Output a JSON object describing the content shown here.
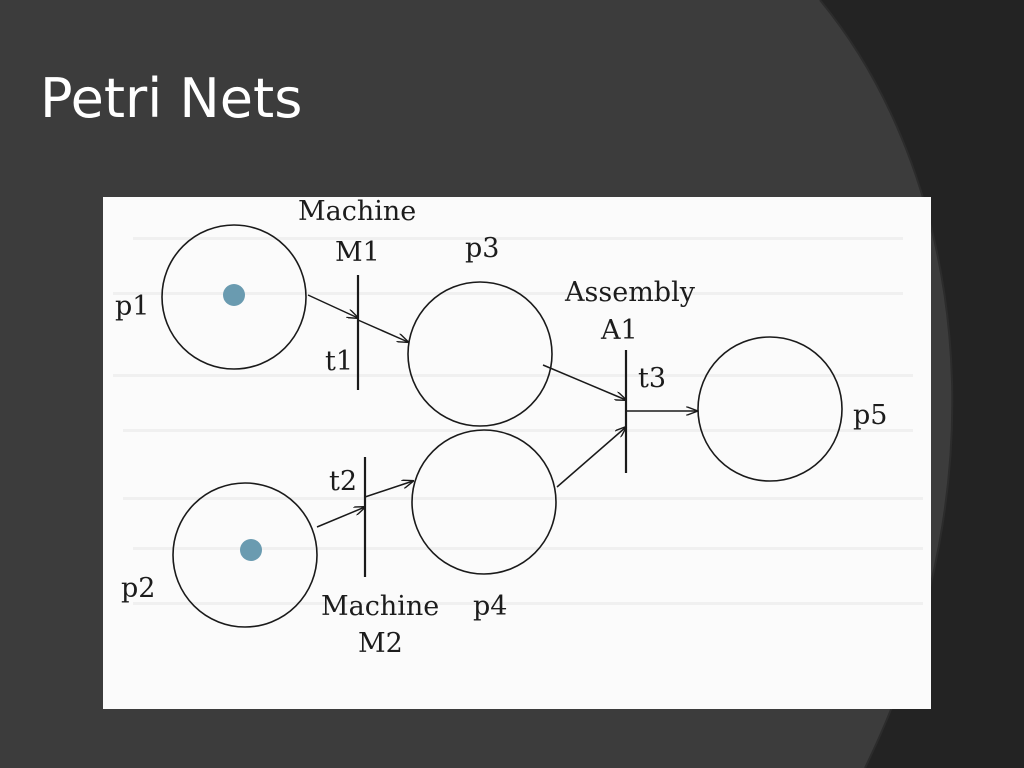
{
  "slide": {
    "title": "Petri Nets",
    "background_color": "#3c3c3c",
    "accent_arc_color": "#232323"
  },
  "diagram": {
    "places": [
      {
        "id": "p1",
        "label": "p1",
        "tokens": 1
      },
      {
        "id": "p2",
        "label": "p2",
        "tokens": 1
      },
      {
        "id": "p3",
        "label": "p3",
        "tokens": 0
      },
      {
        "id": "p4",
        "label": "p4",
        "tokens": 0
      },
      {
        "id": "p5",
        "label": "p5",
        "tokens": 0
      }
    ],
    "transitions": [
      {
        "id": "t1",
        "label": "t1",
        "resource_line1": "Machine",
        "resource_line2": "M1"
      },
      {
        "id": "t2",
        "label": "t2",
        "resource_line1": "Machine",
        "resource_line2": "M2"
      },
      {
        "id": "t3",
        "label": "t3",
        "resource_line1": "Assembly",
        "resource_line2": "A1"
      }
    ],
    "arcs": [
      {
        "from": "p1",
        "to": "t1"
      },
      {
        "from": "t1",
        "to": "p3"
      },
      {
        "from": "p2",
        "to": "t2"
      },
      {
        "from": "t2",
        "to": "p4"
      },
      {
        "from": "p3",
        "to": "t3"
      },
      {
        "from": "p4",
        "to": "t3"
      },
      {
        "from": "t3",
        "to": "p5"
      }
    ],
    "token_color": "#6a9bb0"
  }
}
